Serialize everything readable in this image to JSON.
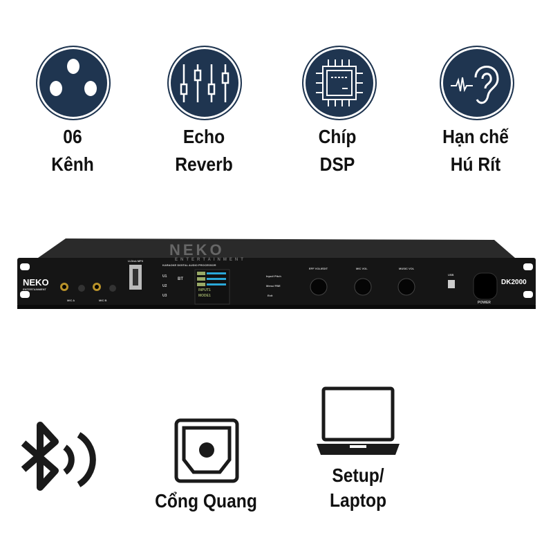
{
  "features": [
    {
      "icon": "xlr-connector-icon",
      "line1": "06",
      "line2": "Kênh"
    },
    {
      "icon": "equalizer-sliders-icon",
      "line1": "Echo",
      "line2": "Reverb"
    },
    {
      "icon": "dsp-chip-icon",
      "line1": "Chíp",
      "line2": "DSP"
    },
    {
      "icon": "ear-feedback-icon",
      "line1": "Hạn chế",
      "line2": "Hú Rít"
    }
  ],
  "device": {
    "brand": "NEKO",
    "brand_sub": "ENTERTAINMENT",
    "top_logo": "NEKO",
    "top_logo_sub": "ENTERTAINMENT",
    "model": "DK2000",
    "processor_label": "KARAOKE DIGITAL AUDIO PROCESSOR",
    "mic_a": "MIC A",
    "mic_b": "MIC B",
    "udisk": "U-Disk MP3",
    "u_buttons": [
      "U1",
      "U2",
      "U3"
    ],
    "bt": "BT",
    "display_lines": [
      "INPUT1",
      "MODE1"
    ],
    "menu_buttons": [
      "Input/ Pitch",
      "Menu/ FBE",
      "Exit"
    ],
    "knobs": [
      "EFF VOL/EDIT",
      "MIC VOL",
      "MUSIC VOL"
    ],
    "usb": "USB",
    "power": "POWER",
    "colors": {
      "body": "#1a1a1a",
      "display": "#2aa8d8"
    }
  },
  "bottom": [
    {
      "icon": "bluetooth-icon",
      "line1": ""
    },
    {
      "icon": "optical-port-icon",
      "line1": "Cổng Quang"
    },
    {
      "icon": "laptop-icon",
      "line1": "Setup/",
      "line2": "Laptop"
    }
  ],
  "colors": {
    "icon_circle": "#1f3550",
    "text": "#111111"
  }
}
